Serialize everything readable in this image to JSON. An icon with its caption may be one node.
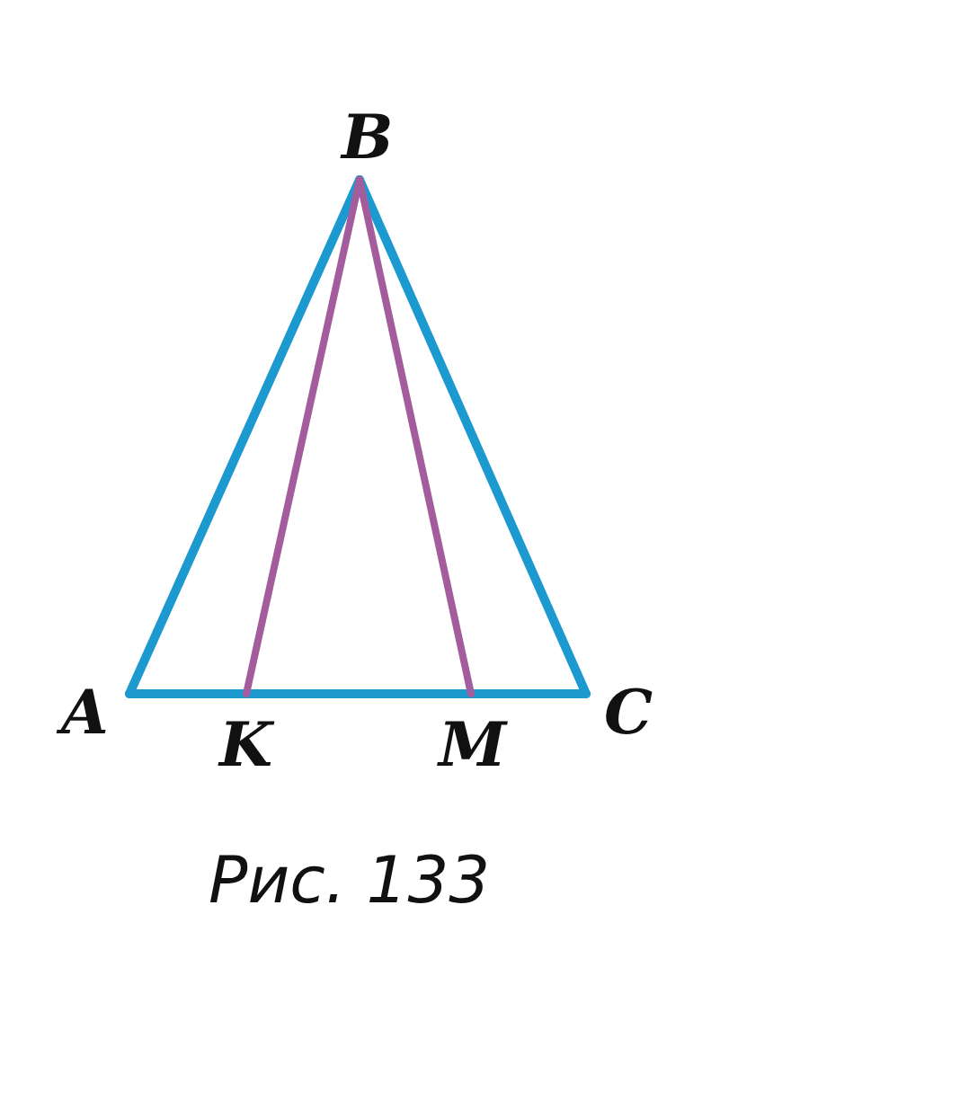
{
  "diagram": {
    "caption": "Рис. 133",
    "nodes": [
      {
        "text": [
          "B"
        ]
      },
      {
        "text": [
          "A"
        ]
      },
      {
        "text": [
          "K"
        ]
      },
      {
        "text": [
          "M"
        ]
      },
      {
        "text": [
          "C"
        ]
      }
    ],
    "edges": [
      {
        "from": 0,
        "to": 1,
        "arrow": "none"
      },
      {
        "from": 0,
        "to": 4,
        "arrow": "none"
      },
      {
        "from": 1,
        "to": 4,
        "arrow": "none"
      },
      {
        "from": 0,
        "to": 2,
        "arrow": "none",
        "color": "#a35d9d"
      },
      {
        "from": 0,
        "to": 3,
        "arrow": "none",
        "color": "#a35d9d"
      }
    ]
  }
}
